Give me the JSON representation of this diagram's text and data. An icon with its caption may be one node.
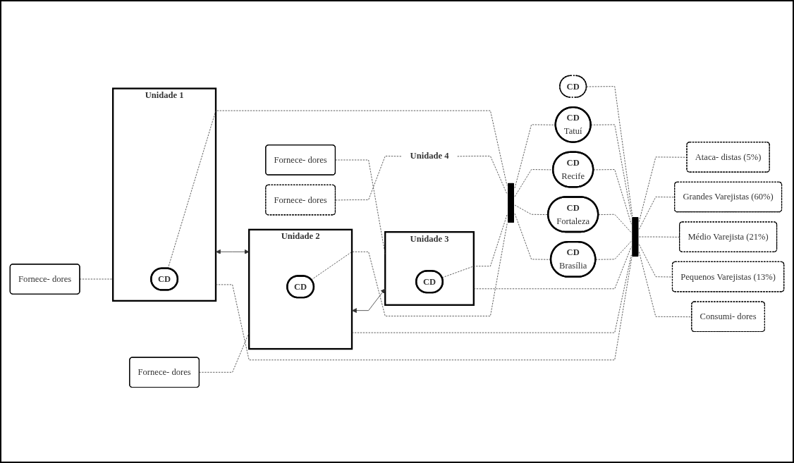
{
  "diagram": {
    "nodes": [
      {
        "text": [
          "Fornece- dores"
        ]
      },
      {
        "text": [
          "Unidade 1"
        ]
      },
      {
        "text": [
          "CD"
        ],
        "in": 1
      },
      {
        "text": [
          "Fornece- dores"
        ]
      },
      {
        "text": [
          "Unidade 2"
        ]
      },
      {
        "text": [
          "CD"
        ],
        "in": 4
      },
      {
        "text": [
          "Fornece- dores"
        ]
      },
      {
        "text": [
          "Unidade 3"
        ]
      },
      {
        "text": [
          "CD"
        ],
        "in": 7
      },
      {
        "text": [
          "Fornece- dores"
        ]
      },
      {
        "text": [
          "Unidade 4"
        ]
      },
      {
        "text": [
          "CD"
        ]
      },
      {
        "text": [],
        "shape": "bar"
      },
      {
        "text": [
          "CD",
          "Tatuí"
        ]
      },
      {
        "text": [
          "CD",
          "Recife"
        ]
      },
      {
        "text": [
          "CD",
          "Fortaleza"
        ]
      },
      {
        "text": [
          "CD",
          "Brasília"
        ]
      },
      {
        "text": [],
        "shape": "bar"
      },
      {
        "text": [
          "Ataca- distas (5%)"
        ]
      },
      {
        "text": [
          "Grandes Varejistas (60%)"
        ]
      },
      {
        "text": [
          "Médio Varejista (21%)"
        ]
      },
      {
        "text": [
          "Pequenos Varejistas (13%)"
        ]
      },
      {
        "text": [
          "Consumi- dores"
        ]
      }
    ],
    "edges": [
      {
        "from": 0,
        "to": 1,
        "arrow": "none",
        "style": "dashed"
      },
      {
        "from": 3,
        "to": 4,
        "arrow": "none",
        "style": "dashed"
      },
      {
        "from": 6,
        "to": 7,
        "arrow": "none",
        "style": "dashed"
      },
      {
        "from": 9,
        "to": 10,
        "arrow": "none",
        "style": "dashed"
      },
      {
        "from": 1,
        "to": 4,
        "arrow": "both"
      },
      {
        "from": 4,
        "to": 7,
        "arrow": "both"
      },
      {
        "from": 2,
        "to": 12,
        "arrow": "none",
        "style": "dashed"
      },
      {
        "from": 5,
        "to": 12,
        "arrow": "none",
        "style": "dashed"
      },
      {
        "from": 8,
        "to": 12,
        "arrow": "none",
        "style": "dashed"
      },
      {
        "from": 10,
        "to": 12,
        "arrow": "none",
        "style": "dashed"
      },
      {
        "from": 12,
        "to": 13,
        "arrow": "none",
        "style": "dashed"
      },
      {
        "from": 12,
        "to": 14,
        "arrow": "none",
        "style": "dashed"
      },
      {
        "from": 12,
        "to": 15,
        "arrow": "none",
        "style": "dashed"
      },
      {
        "from": 12,
        "to": 16,
        "arrow": "none",
        "style": "dashed"
      },
      {
        "from": 1,
        "to": 17,
        "arrow": "none",
        "style": "dashed"
      },
      {
        "from": 4,
        "to": 17,
        "arrow": "none",
        "style": "dashed"
      },
      {
        "from": 7,
        "to": 17,
        "arrow": "none",
        "style": "dashed"
      },
      {
        "from": 11,
        "to": 17,
        "arrow": "none",
        "style": "dashed"
      },
      {
        "from": 13,
        "to": 17,
        "arrow": "none",
        "style": "dashed"
      },
      {
        "from": 14,
        "to": 17,
        "arrow": "none",
        "style": "dashed"
      },
      {
        "from": 15,
        "to": 17,
        "arrow": "none",
        "style": "dashed"
      },
      {
        "from": 16,
        "to": 17,
        "arrow": "none",
        "style": "dashed"
      },
      {
        "from": 17,
        "to": 18,
        "arrow": "none",
        "style": "dashed"
      },
      {
        "from": 17,
        "to": 19,
        "arrow": "none",
        "style": "dashed"
      },
      {
        "from": 17,
        "to": 20,
        "arrow": "none",
        "style": "dashed"
      },
      {
        "from": 17,
        "to": 21,
        "arrow": "none",
        "style": "dashed"
      },
      {
        "from": 17,
        "to": 22,
        "arrow": "none",
        "style": "dashed"
      }
    ]
  }
}
